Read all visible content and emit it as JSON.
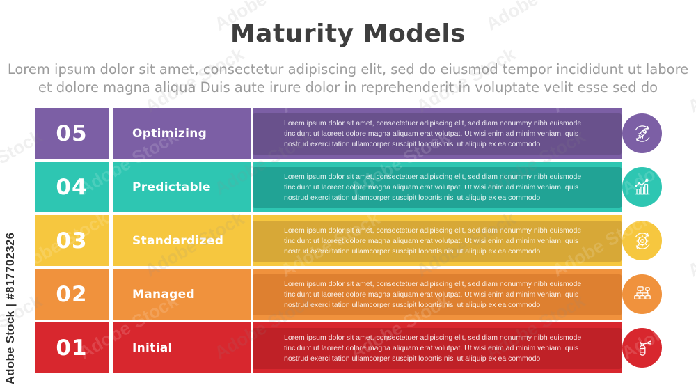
{
  "watermark": {
    "tile_text": "Adobe Stock",
    "side_text": "Adobe Stock | #817702326"
  },
  "header": {
    "title": "Maturity Models",
    "subtitle_line1": "Lorem ipsum dolor sit amet, consectetur adipiscing elit, sed do eiusmod tempor incididunt ut labore",
    "subtitle_line2": "et dolore magna aliqua Duis aute irure dolor in reprehenderit in voluptate velit esse sed do"
  },
  "rows": [
    {
      "number": "05",
      "label": "Optimizing",
      "description": "Lorem ipsum dolor sit amet, consectetuer adipiscing elit, sed diam nonummy nibh euismode tincidunt ut laoreet dolore magna aliquam erat volutpat. Ut wisi enim ad minim veniam, quis nostrud exerci tation ullamcorper suscipit lobortis nisl ut aliquip ex ea commodo",
      "color": "#7c5fa5",
      "color_dark": "#69518c",
      "icon": "rocket-cycle-icon"
    },
    {
      "number": "04",
      "label": "Predictable",
      "description": "Lorem ipsum dolor sit amet, consectetuer adipiscing elit, sed diam nonummy nibh euismode tincidunt ut laoreet dolore magna aliquam erat volutpat. Ut wisi enim ad minim veniam, quis nostrud exerci tation ullamcorper suscipit lobortis nisl ut aliquip ex ea commodo",
      "color": "#2ec6b2",
      "color_dark": "#21a395",
      "icon": "bar-chart-trend-icon"
    },
    {
      "number": "03",
      "label": "Standardized",
      "description": "Lorem ipsum dolor sit amet, consectetuer adipiscing elit, sed diam nonummy nibh euismode tincidunt ut laoreet dolore magna aliquam erat volutpat. Ut wisi enim ad minim veniam, quis nostrud exerci tation ullamcorper suscipit lobortis nisl ut aliquip ex ea commodo",
      "color": "#f6c73f",
      "color_dark": "#d7a837",
      "icon": "gear-cycle-icon"
    },
    {
      "number": "02",
      "label": "Managed",
      "description": "Lorem ipsum dolor sit amet, consectetuer adipiscing elit, sed diam nonummy nibh euismode tincidunt ut laoreet dolore magna aliquam erat volutpat. Ut wisi enim ad minim veniam, quis nostrud exerci tation ullamcorper suscipit lobortis nisl ut aliquip ex ea commodo",
      "color": "#f0923d",
      "color_dark": "#de8030",
      "icon": "hierarchy-icon"
    },
    {
      "number": "01",
      "label": "Initial",
      "description": "Lorem ipsum dolor sit amet, consectetuer adipiscing elit, sed diam nonummy nibh euismode tincidunt ut laoreet dolore magna aliquam erat volutpat. Ut wisi enim ad minim veniam, quis nostrud exerci tation ullamcorper suscipit lobortis nisl ut aliquip ex ea commodo",
      "color": "#d8272e",
      "color_dark": "#bf2127",
      "icon": "fire-extinguisher-icon"
    }
  ]
}
